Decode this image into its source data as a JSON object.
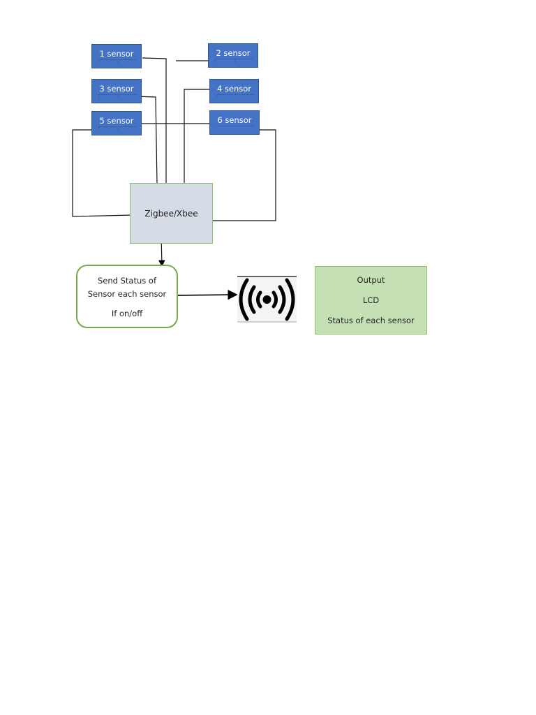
{
  "diagram": {
    "sensors": [
      {
        "id": 1,
        "label": "1 sensor"
      },
      {
        "id": 2,
        "label": "2 sensor"
      },
      {
        "id": 3,
        "label": "3 sensor"
      },
      {
        "id": 4,
        "label": "4 sensor"
      },
      {
        "id": 5,
        "label": "5 sensor"
      },
      {
        "id": 6,
        "label": "6 sensor"
      }
    ],
    "hub": {
      "label": "Zigbee/Xbee"
    },
    "send_status": {
      "line1": "Send Status of",
      "line2": "Sensor each sensor",
      "line3": "If on/off"
    },
    "wireless_icon": "wireless-signal-icon",
    "output": {
      "line1": "Output",
      "line2": "LCD",
      "line3": "Status of each sensor"
    },
    "colors": {
      "sensor_fill": "#4472c4",
      "hub_fill": "#d6dce5",
      "border_green": "#70ad47",
      "output_fill": "#c5e0b4"
    }
  }
}
